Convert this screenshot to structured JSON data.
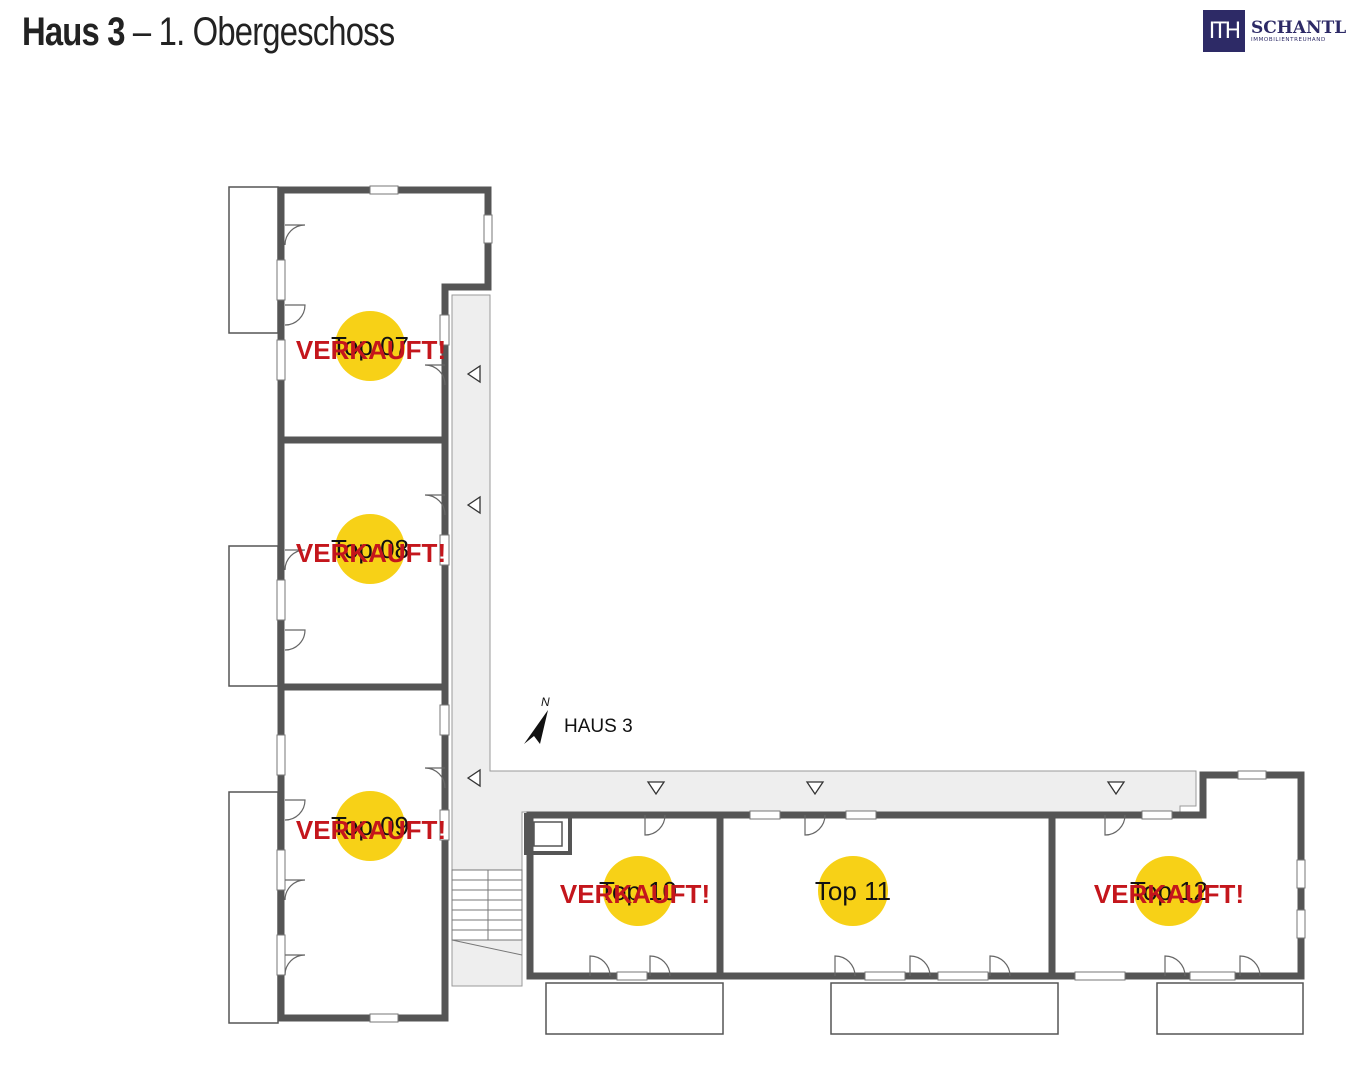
{
  "header": {
    "title_bold": "Haus 3",
    "title_rest": " – 1. Obergeschoss"
  },
  "logo": {
    "mark": "ITH",
    "name": "SCHANTL",
    "subtitle": "IMMOBILIENTREUHAND",
    "color": "#2d2a66"
  },
  "plan": {
    "building_label": "HAUS 3",
    "north_label": "N",
    "sold_text": "VERKAUFT!",
    "marker_color": "#f7d117",
    "sold_color": "#c4161c",
    "units": [
      {
        "id": "top07",
        "label": "Top 07",
        "sold": true
      },
      {
        "id": "top08",
        "label": "Top 08",
        "sold": true
      },
      {
        "id": "top09",
        "label": "Top 09",
        "sold": true
      },
      {
        "id": "top10",
        "label": "Top 10",
        "sold": true
      },
      {
        "id": "top11",
        "label": "Top 11",
        "sold": false
      },
      {
        "id": "top12",
        "label": "Top 12",
        "sold": true
      }
    ]
  }
}
